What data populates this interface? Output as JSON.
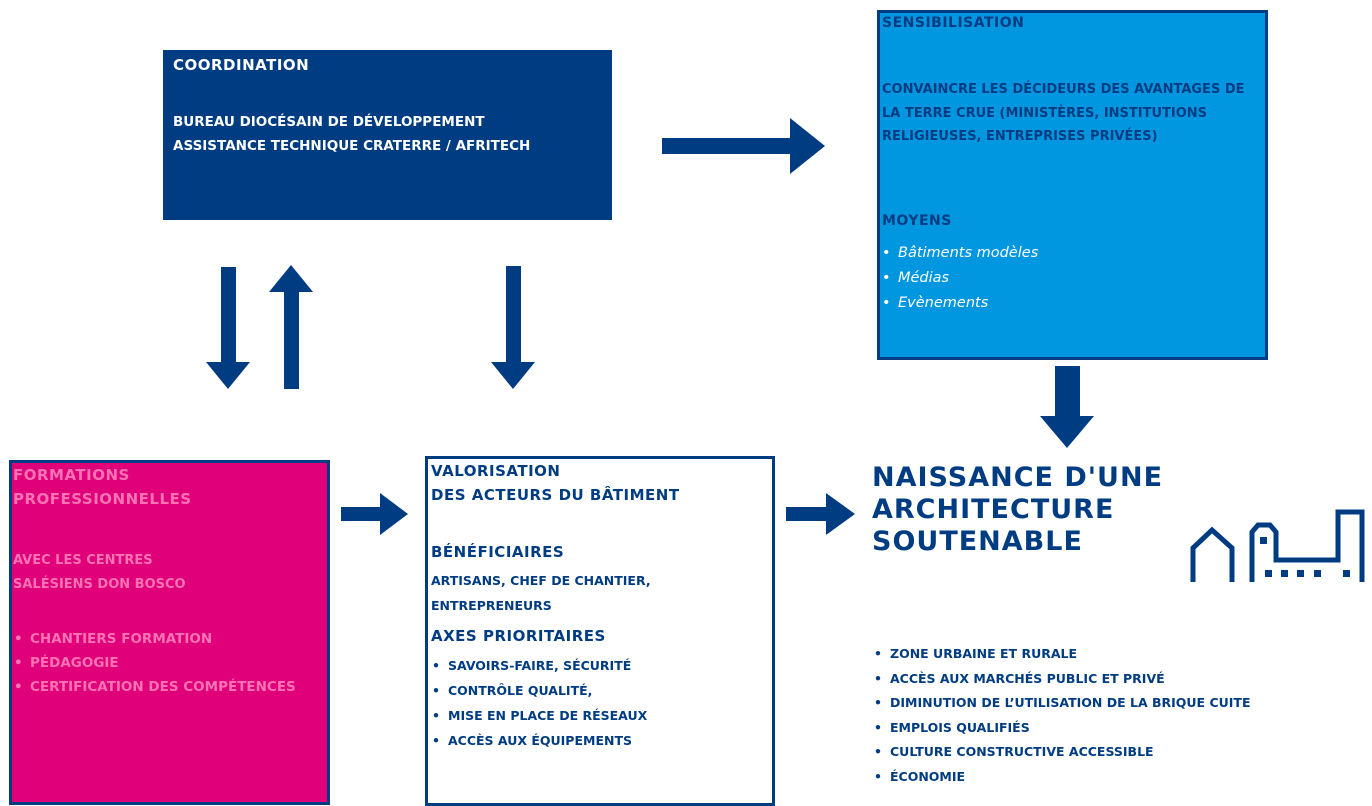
{
  "colors": {
    "navy": "#003c82",
    "sky": "#0096e0",
    "magenta": "#e0007a",
    "pink_text": "#ff73b5",
    "white": "#ffffff"
  },
  "coordination": {
    "title": "Coordination",
    "line1": "Bureau diocésain de développement",
    "line2": "Assistance technique CRAterre / AFRITECH"
  },
  "sensibilisation": {
    "title": "Sensibilisation",
    "text": "Convaincre les décideurs des avantages de la terre crue (ministères, institutions religieuses, entreprises privées)",
    "moyens_title": "Moyens",
    "moyens": [
      "Bâtiments modèles",
      "Médias",
      "Evènements"
    ]
  },
  "formations": {
    "title_line1": "Formations",
    "title_line2": "professionnelles",
    "text_line1": "avec les centres",
    "text_line2": "salésiens Don Bosco",
    "items": [
      "Chantiers formation",
      "Pédagogie",
      "Certification des compétences"
    ]
  },
  "valorisation": {
    "title_line1": "Valorisation",
    "title_line2": "des acteurs du bâtiment",
    "beneficiaires_title": "Bénéficiaires",
    "beneficiaires_line1": "artisans, chef de chantier,",
    "beneficiaires_line2": "entrepreneurs",
    "axes_title": "Axes prioritaires",
    "axes": [
      "savoirs-faire, sécurité",
      "contrôle qualité,",
      "mise en place de réseaux",
      "accès aux équipements"
    ]
  },
  "naissance": {
    "title_line1": "Naissance d'une",
    "title_line2": "architecture",
    "title_line3": "soutenable",
    "items": [
      "zone urbaine et rurale",
      "accès aux marchés public et privé",
      "diminution de l’utilisation de la brique cuite",
      "emplois qualifiés",
      "culture constructive accessible",
      "économie"
    ]
  }
}
